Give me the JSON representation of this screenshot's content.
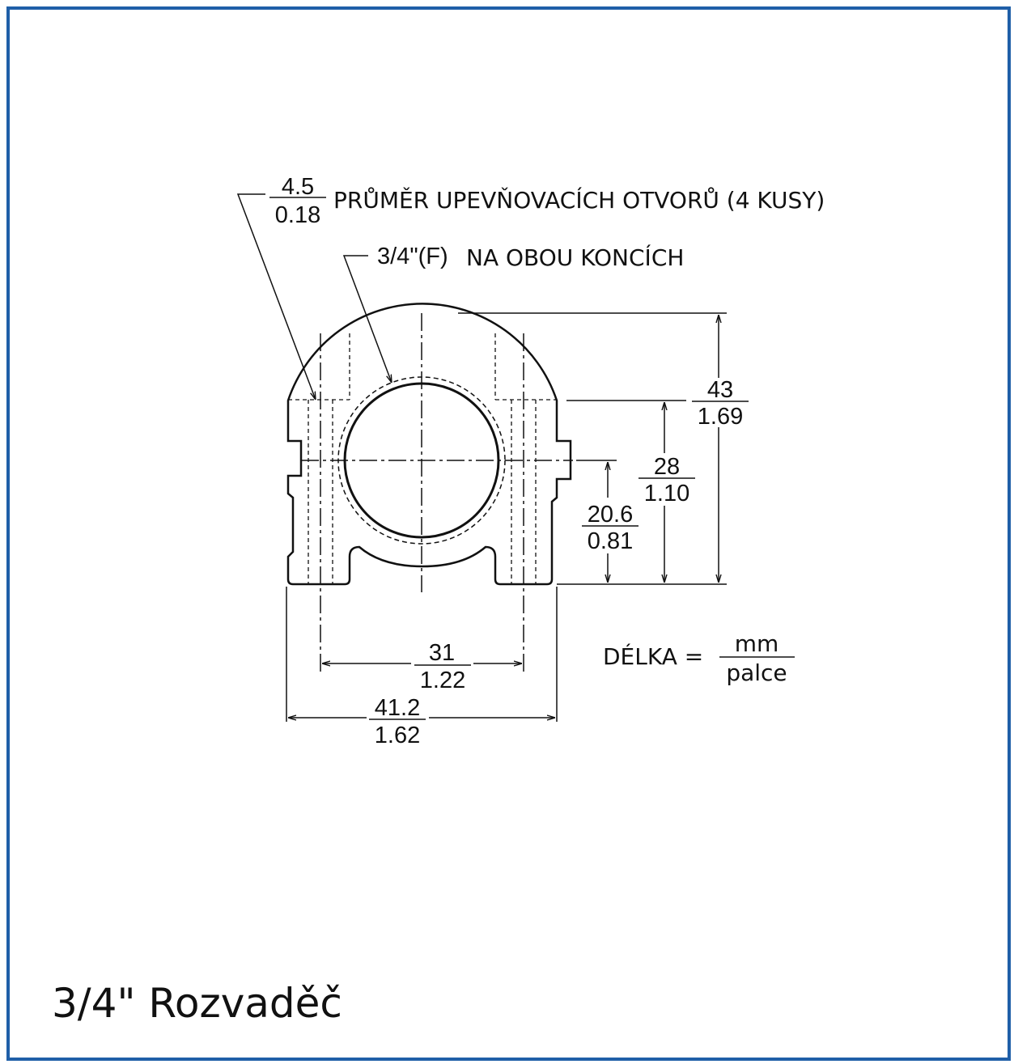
{
  "title": "3/4\" Rozvaděč",
  "colors": {
    "border": "#1f5fa8",
    "line": "#111111"
  },
  "notes": {
    "hole_dia_mm": "4.5",
    "hole_dia_in": "0.18",
    "hole_label": "PRŮMĚR UPEVŇOVACÍCH OTVORŮ (4 KUSY)",
    "thread_size": "3/4\"(F)",
    "thread_label": "NA OBOU KONCÍCH"
  },
  "dimensions": {
    "height_mm": "43",
    "height_in": "1.69",
    "shoulder_mm": "28",
    "shoulder_in": "1.10",
    "center_mm": "20.6",
    "center_in": "0.81",
    "hole_spacing_mm": "31",
    "hole_spacing_in": "1.22",
    "width_mm": "41.2",
    "width_in": "1.62"
  },
  "legend": {
    "label": "DÉLKA =",
    "top": "mm",
    "bottom": "palce"
  }
}
